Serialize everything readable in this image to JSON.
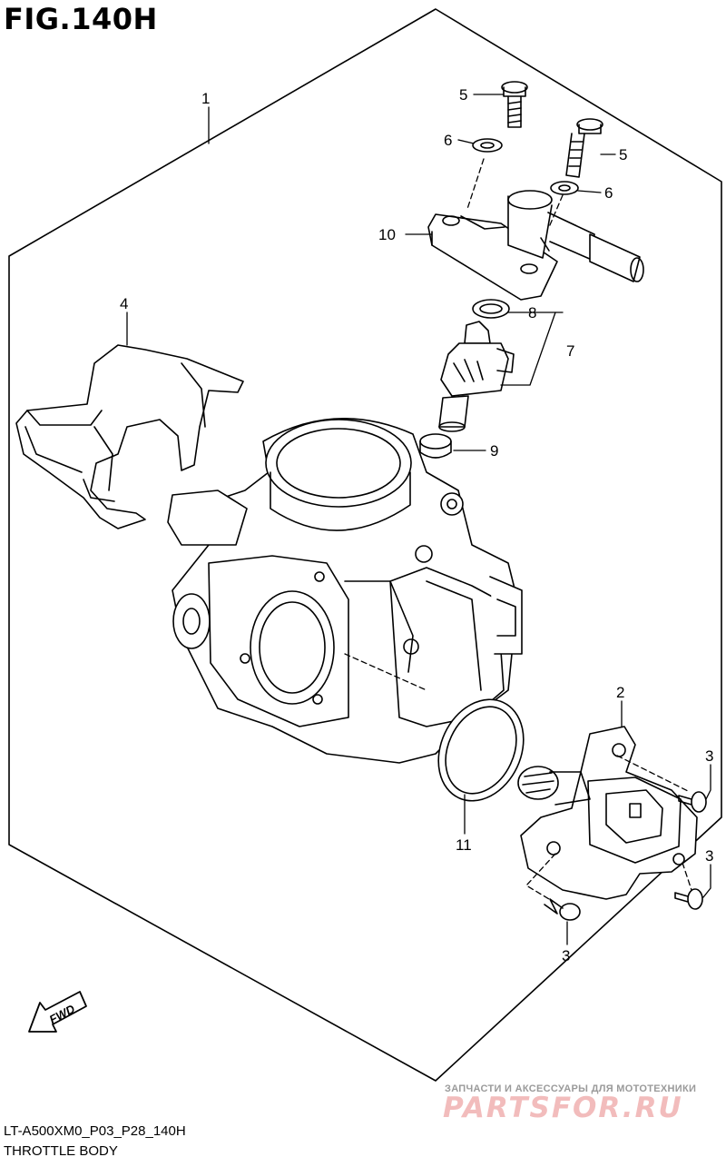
{
  "figure": {
    "title": "FIG.140H",
    "code": "LT-A500XM0_P03_P28_140H",
    "description": "THROTTLE BODY"
  },
  "callouts": [
    {
      "id": "c1",
      "label": "1"
    },
    {
      "id": "c2",
      "label": "2"
    },
    {
      "id": "c3a",
      "label": "3"
    },
    {
      "id": "c3b",
      "label": "3"
    },
    {
      "id": "c3c",
      "label": "3"
    },
    {
      "id": "c4",
      "label": "4"
    },
    {
      "id": "c5a",
      "label": "5"
    },
    {
      "id": "c5b",
      "label": "5"
    },
    {
      "id": "c6a",
      "label": "6"
    },
    {
      "id": "c6b",
      "label": "6"
    },
    {
      "id": "c7",
      "label": "7"
    },
    {
      "id": "c8",
      "label": "8"
    },
    {
      "id": "c9",
      "label": "9"
    },
    {
      "id": "c10",
      "label": "10"
    },
    {
      "id": "c11",
      "label": "11"
    }
  ],
  "fwd_arrow": {
    "label": "FWD",
    "icon": "fwd-arrow-icon"
  },
  "watermark": {
    "tagline": "ЗАПЧАСТИ И АКСЕССУАРЫ ДЛЯ МОТОТЕХНИКИ",
    "logo_text": "PARTSFOR.RU",
    "color": "#f2bcbc"
  }
}
